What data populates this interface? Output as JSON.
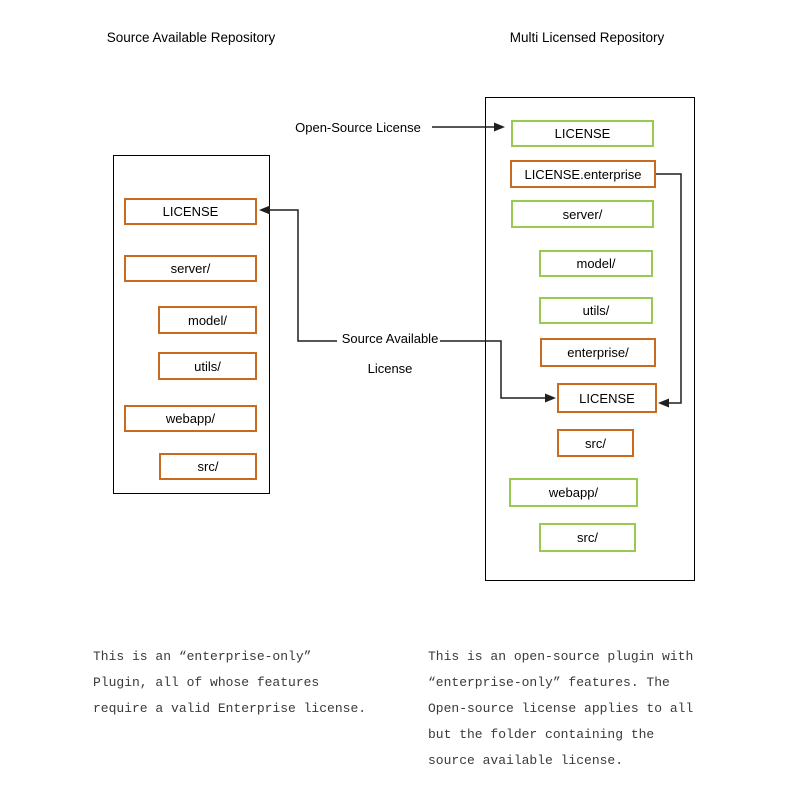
{
  "left_repo": {
    "title": "Source Available Repository",
    "items": [
      "LICENSE",
      "server/",
      "model/",
      "utils/",
      "webapp/",
      "src/"
    ]
  },
  "right_repo": {
    "title": "Multi Licensed Repository",
    "items": [
      "LICENSE",
      "LICENSE.enterprise",
      "server/",
      "model/",
      "utils/",
      "enterprise/",
      "LICENSE",
      "src/",
      "webapp/",
      "src/"
    ]
  },
  "edge_labels": {
    "open_source": "Open-Source License",
    "source_available": "Source Available\nLicense"
  },
  "notes": {
    "left": "This is an “enterprise-only”\nPlugin, all of whose features\nrequire a valid Enterprise license.",
    "right": "This is an open-source plugin with\n“enterprise-only” features. The\nOpen-source license applies to all\nbut the folder containing the\nsource available license."
  },
  "colors": {
    "orange": "#c96a1e",
    "green": "#97ca50",
    "container_border": "#000000",
    "connector": "#1f1f1f",
    "text": "#000000",
    "note_text": "#3a3a3a"
  }
}
